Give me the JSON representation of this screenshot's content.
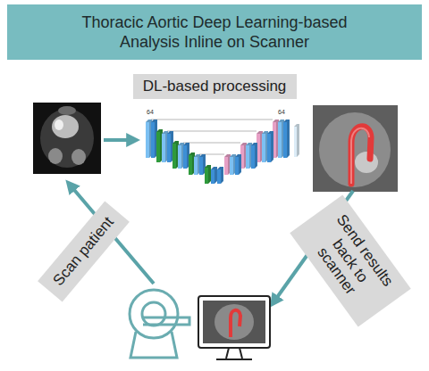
{
  "diagram": {
    "title": "Thoracic Aortic Deep Learning-based Analysis Inline on Scanner",
    "nodes": [
      {
        "text": [
          "DL-based processing"
        ]
      },
      {
        "text": [
          "Scan patient"
        ]
      },
      {
        "text": [
          "Send results back to scanner"
        ]
      }
    ],
    "labels": [
      "64",
      "64"
    ]
  }
}
